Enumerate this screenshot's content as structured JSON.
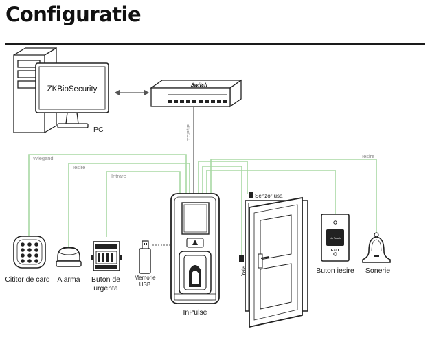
{
  "title": "Configuratie",
  "pc": {
    "screen_text": "ZKBioSecurity",
    "label": "PC"
  },
  "switch": {
    "label": "Switch"
  },
  "network": {
    "label": "TCP/IP"
  },
  "wires": {
    "wiegand": "Wiegand",
    "iesire_left": "Iesire",
    "intrare": "Intrare",
    "iesire_right": "Iesire"
  },
  "devices": {
    "card_reader": "Cititor de card",
    "alarm": "Alarma",
    "emergency_button_line1": "Buton de",
    "emergency_button_line2": "urgenta",
    "usb_line1": "Memorie",
    "usb_line2": "USB",
    "inpulse": "InPulse",
    "door_sensor": "Senzor usa",
    "lock": "Yala",
    "exit_button": "Buton iesire",
    "exit_text": "EXIT",
    "exit_touch": "No Touch",
    "bell": "Sonerie"
  },
  "colors": {
    "wire": "#a8d8a4",
    "ink": "#222222",
    "network": "#666666"
  }
}
